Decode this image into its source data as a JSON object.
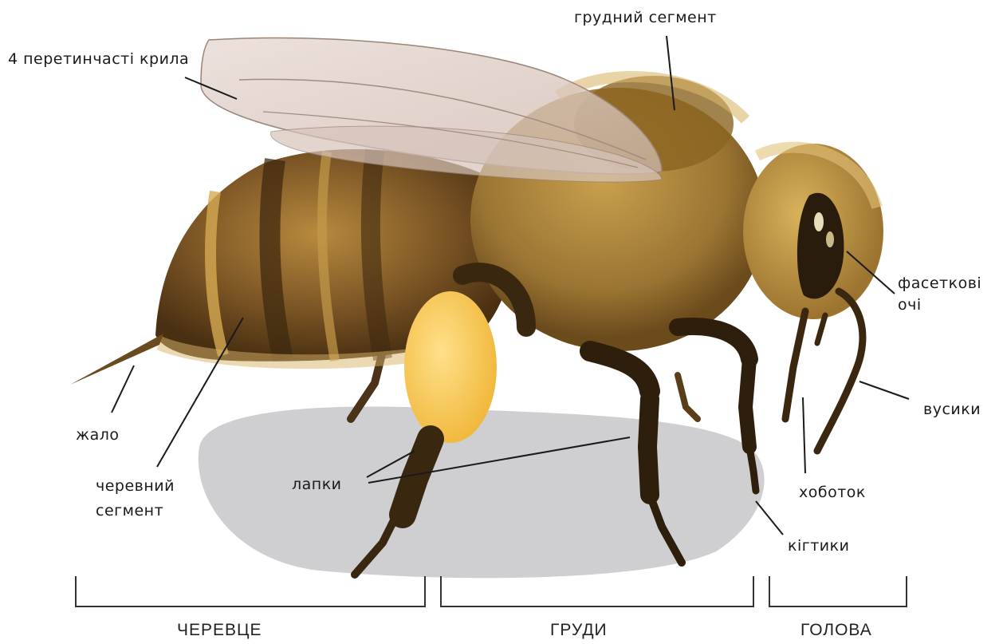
{
  "labels": {
    "wings": "4 перетинчасті крила",
    "thorax_segment": "грудний сегмент",
    "compound_eyes_1": "фасеткові",
    "compound_eyes_2": "очі",
    "antennae": "вусики",
    "proboscis": "хоботок",
    "claws": "кігтики",
    "legs": "лапки",
    "sting": "жало",
    "abdomen_segment_1": "черевний",
    "abdomen_segment_2": "сегмент"
  },
  "sections": {
    "abdomen": "ЧЕРЕВЦЕ",
    "thorax": "ГРУДИ",
    "head": "ГОЛОВА"
  },
  "colors": {
    "leader_line": "#1a1a1a",
    "bracket": "#333333",
    "shadow": "#cfcfd1",
    "body_dark": "#5a3a14",
    "body_light": "#b58a3a",
    "pollen": "#f5c542"
  }
}
